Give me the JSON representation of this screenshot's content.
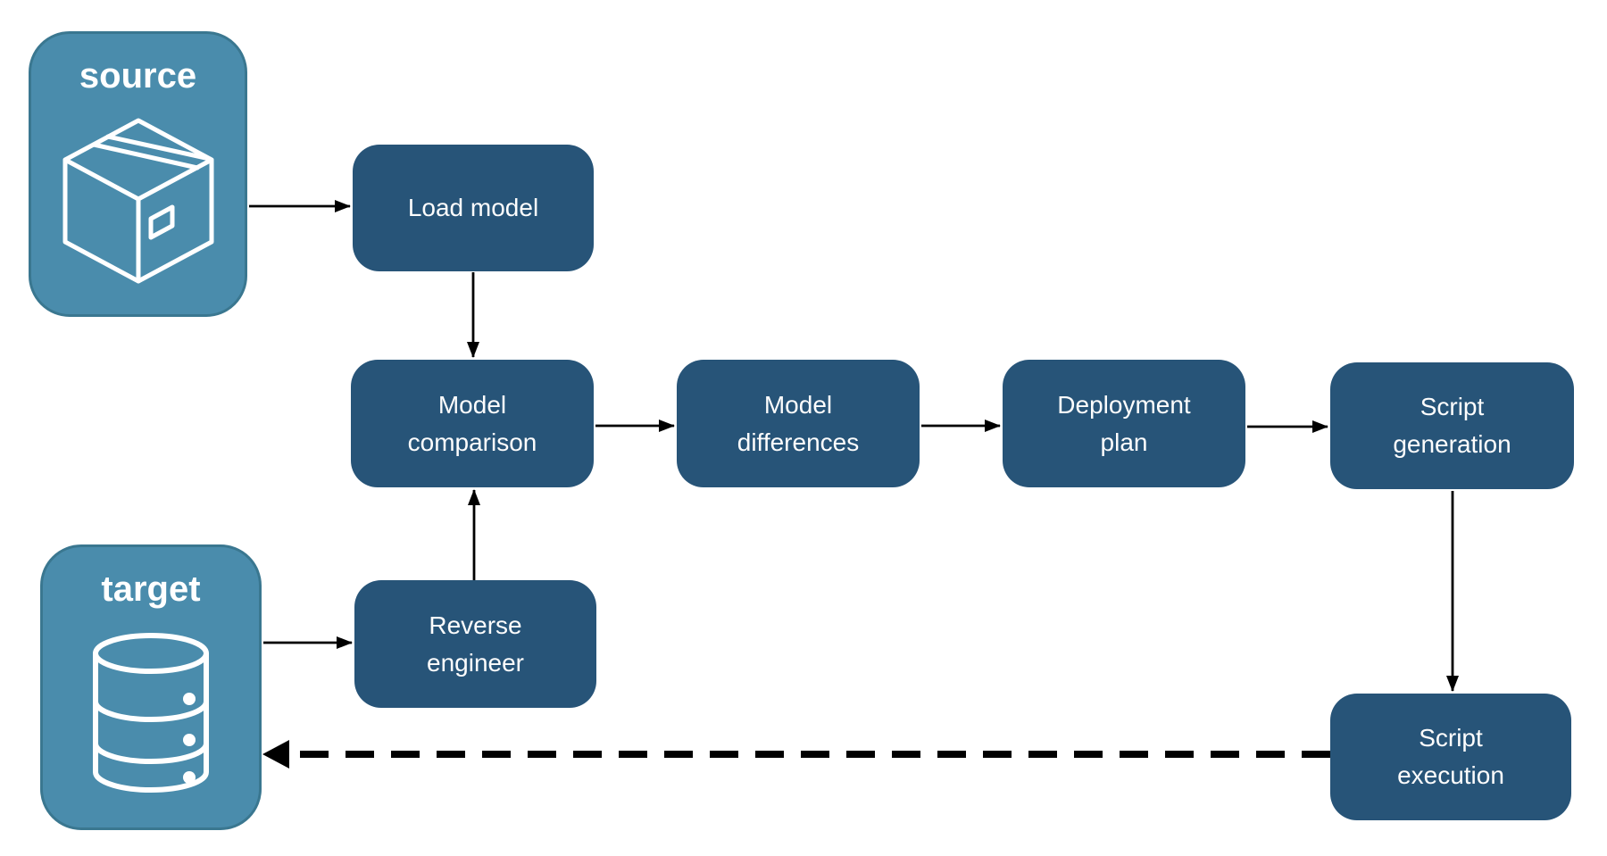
{
  "diagram": {
    "containers": [
      {
        "id": "source",
        "label": "source",
        "icon": "package-icon"
      },
      {
        "id": "target",
        "label": "target",
        "icon": "database-icon"
      }
    ],
    "nodes": [
      {
        "id": "load-model",
        "label": "Load model"
      },
      {
        "id": "model-comparison",
        "label": "Model comparison"
      },
      {
        "id": "model-differences",
        "label": "Model differences"
      },
      {
        "id": "deployment-plan",
        "label": "Deployment plan"
      },
      {
        "id": "script-generation",
        "label": "Script generation"
      },
      {
        "id": "reverse-engineer",
        "label": "Reverse engineer"
      },
      {
        "id": "script-execution",
        "label": "Script execution"
      }
    ],
    "edges": [
      {
        "from": "source",
        "to": "load-model",
        "style": "solid"
      },
      {
        "from": "load-model",
        "to": "model-comparison",
        "style": "solid"
      },
      {
        "from": "model-comparison",
        "to": "model-differences",
        "style": "solid"
      },
      {
        "from": "model-differences",
        "to": "deployment-plan",
        "style": "solid"
      },
      {
        "from": "deployment-plan",
        "to": "script-generation",
        "style": "solid"
      },
      {
        "from": "script-generation",
        "to": "script-execution",
        "style": "solid"
      },
      {
        "from": "reverse-engineer",
        "to": "model-comparison",
        "style": "solid"
      },
      {
        "from": "target",
        "to": "reverse-engineer",
        "style": "solid"
      },
      {
        "from": "script-execution",
        "to": "target",
        "style": "dashed"
      }
    ],
    "colors": {
      "node_fill": "#275478",
      "container_fill": "#4A8CAC",
      "container_border": "#3A7790",
      "label_text": "#FFFFFF",
      "arrow": "#000000",
      "background": "#FFFFFF"
    }
  }
}
